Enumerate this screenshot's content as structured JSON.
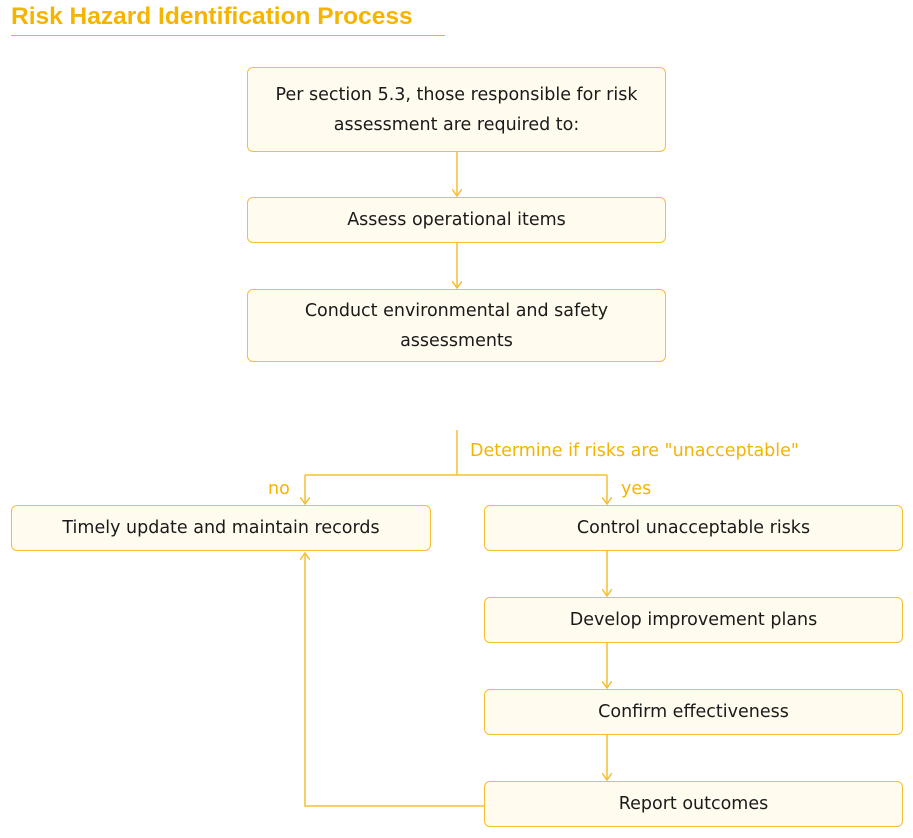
{
  "title": "Risk Hazard Identification Process",
  "colors": {
    "accent": "#F5B400",
    "box_fill": "#FFFBEE",
    "box_border": "#F5BE34",
    "text": "#1a1a1a"
  },
  "nodes": {
    "start": "Per section 5.3, those responsible for risk assessment are required to:",
    "assess": "Assess operational items",
    "conduct": "Conduct environmental and safety assessments",
    "timely": "Timely update and maintain records",
    "control": "Control unacceptable risks",
    "develop": "Develop improvement plans",
    "confirm": "Confirm effectiveness",
    "report": "Report outcomes"
  },
  "decision": {
    "label": "Determine if risks are \"unacceptable\"",
    "no_label": "no",
    "yes_label": "yes"
  }
}
